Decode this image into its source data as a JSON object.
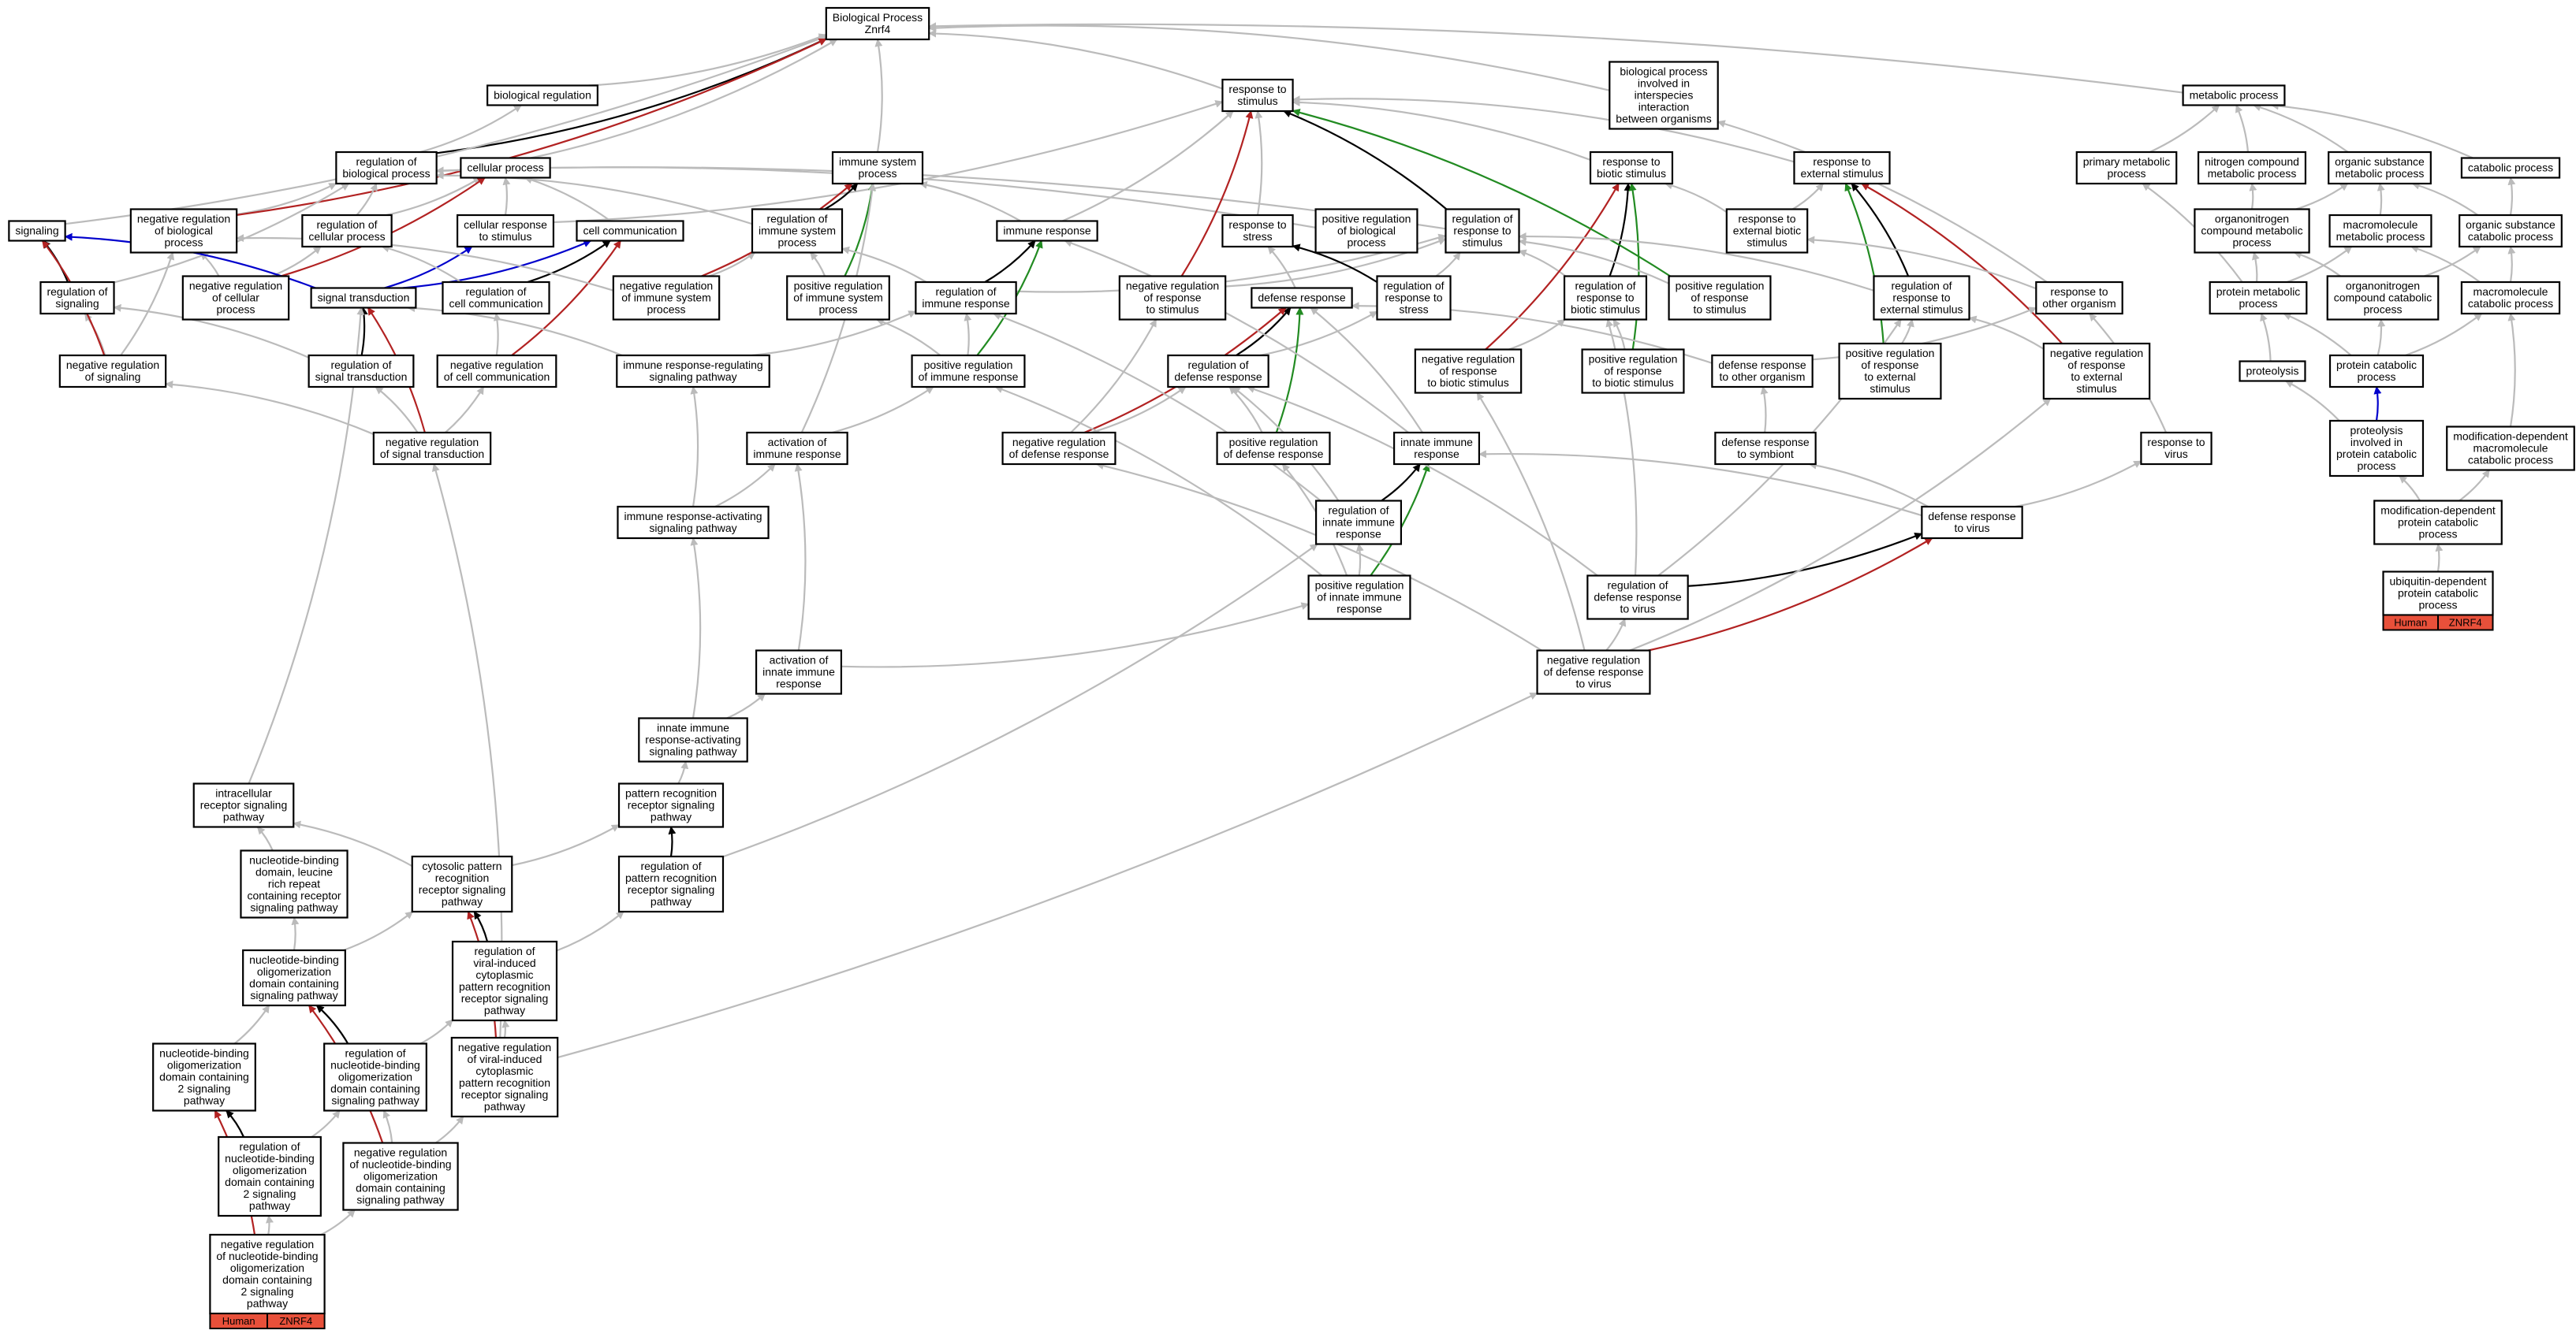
{
  "colors": {
    "regulates": "#bbbbbb",
    "positive": "#228b22",
    "negative": "#b22222",
    "part_of": "#000000",
    "is_a_special": "#0000cc",
    "tag": "#e8503a"
  },
  "nodes": {
    "bp": "Biological Process\nZnrf4",
    "biological_regulation": "biological regulation",
    "regulation_of_biological_process": "regulation of\nbiological process",
    "cellular_process": "cellular process",
    "signaling": "signaling",
    "negative_regulation_of_biological_process": "negative regulation\nof biological\nprocess",
    "regulation_of_cellular_process": "regulation of\ncellular process",
    "cellular_response_to_stimulus": "cellular response\nto stimulus",
    "cell_communication": "cell communication",
    "regulation_of_signaling": "regulation of\nsignaling",
    "negative_regulation_of_cellular_process": "negative regulation\nof cellular\nprocess",
    "signal_transduction": "signal transduction",
    "regulation_of_cell_communication": "regulation of\ncell communication",
    "negative_regulation_of_signaling": "negative regulation\nof signaling",
    "regulation_of_signal_transduction": "regulation of\nsignal transduction",
    "negative_regulation_of_cell_communication": "negative regulation\nof cell communication",
    "negative_regulation_of_signal_transduction": "negative regulation\nof signal transduction",
    "immune_system_process": "immune system\nprocess",
    "regulation_of_immune_system_process": "regulation of\nimmune system\nprocess",
    "negative_regulation_of_immune_system_process": "negative regulation\nof immune system\nprocess",
    "positive_regulation_of_immune_system_process": "positive regulation\nof immune system\nprocess",
    "immune_response_regulating_signaling_pathway": "immune response-regulating\nsignaling pathway",
    "immune_response_activating_signaling_pathway": "immune response-activating\nsignaling pathway",
    "activation_of_immune_response": "activation of\nimmune response",
    "activation_of_innate_immune_response": "activation of\ninnate immune\nresponse",
    "innate_immune_response_activating_signaling_pathway": "innate immune\nresponse-activating\nsignaling pathway",
    "pattern_recognition_receptor_signaling_pathway": "pattern recognition\nreceptor signaling\npathway",
    "regulation_of_pattern_recognition_receptor_signaling_pathway": "regulation of\npattern recognition\nreceptor signaling\npathway",
    "cytosolic_pattern_recognition_receptor_signaling_pathway": "cytosolic pattern\nrecognition\nreceptor signaling\npathway",
    "regulation_of_viral_induced_cytoplasmic_prr": "regulation of\nviral-induced\ncytoplasmic\npattern recognition\nreceptor signaling\npathway",
    "negative_regulation_of_viral_induced_cytoplasmic_prr": "negative regulation\nof viral-induced\ncytoplasmic\npattern recognition\nreceptor signaling\npathway",
    "intracellular_receptor_signaling_pathway": "intracellular\nreceptor signaling\npathway",
    "nlr_signaling_pathway": "nucleotide-binding\ndomain, leucine\nrich repeat\ncontaining receptor\nsignaling pathway",
    "nod_signaling_pathway": "nucleotide-binding\noligomerization\ndomain containing\nsignaling pathway",
    "nod2_signaling_pathway": "nucleotide-binding\noligomerization\ndomain containing\n2 signaling\npathway",
    "regulation_of_nod_signaling_pathway": "regulation of\nnucleotide-binding\noligomerization\ndomain containing\nsignaling pathway",
    "negative_regulation_of_nod_signaling_pathway": "negative regulation\nof nucleotide-binding\noligomerization\ndomain containing\nsignaling pathway",
    "regulation_of_nod2_signaling_pathway": "regulation of\nnucleotide-binding\noligomerization\ndomain containing\n2 signaling\npathway",
    "negative_regulation_of_nod2_signaling_pathway": "negative regulation\nof nucleotide-binding\noligomerization\ndomain containing\n2 signaling\npathway",
    "response_to_stimulus": "response to\nstimulus",
    "immune_response": "immune response",
    "regulation_of_immune_response": "regulation of\nimmune response",
    "positive_regulation_of_immune_response": "positive regulation\nof immune response",
    "response_to_stress": "response to\nstress",
    "positive_regulation_of_biological_process": "positive regulation\nof biological\nprocess",
    "regulation_of_response_to_stimulus": "regulation of\nresponse to\nstimulus",
    "negative_regulation_of_response_to_stimulus": "negative regulation\nof response\nto stimulus",
    "defense_response": "defense response",
    "regulation_of_response_to_stress": "regulation of\nresponse to\nstress",
    "regulation_of_defense_response": "regulation of\ndefense response",
    "negative_regulation_of_defense_response": "negative regulation\nof defense response",
    "positive_regulation_of_defense_response": "positive regulation\nof defense response",
    "innate_immune_response": "innate immune\nresponse",
    "regulation_of_innate_immune_response": "regulation of\ninnate immune\nresponse",
    "positive_regulation_of_innate_immune_response": "positive regulation\nof innate immune\nresponse",
    "biological_process_involved_in_interspecies": "biological process\ninvolved in\ninterspecies\ninteraction\nbetween organisms",
    "response_to_biotic_stimulus": "response to\nbiotic stimulus",
    "regulation_of_response_to_biotic_stimulus": "regulation of\nresponse to\nbiotic stimulus",
    "negative_regulation_of_response_to_biotic_stimulus": "negative regulation\nof response\nto biotic stimulus",
    "positive_regulation_of_response_to_biotic_stimulus": "positive regulation\nof response\nto biotic stimulus",
    "positive_regulation_of_response_to_stimulus": "positive regulation\nof response\nto stimulus",
    "response_to_external_stimulus": "response to\nexternal stimulus",
    "response_to_external_biotic_stimulus": "response to\nexternal biotic\nstimulus",
    "regulation_of_response_to_external_stimulus": "regulation of\nresponse to\nexternal stimulus",
    "positive_regulation_of_response_to_external_stimulus": "positive regulation\nof response\nto external\nstimulus",
    "negative_regulation_of_response_to_external_stimulus": "negative regulation\nof response\nto external\nstimulus",
    "defense_response_to_other_organism": "defense response\nto other organism",
    "defense_response_to_symbiont": "defense response\nto symbiont",
    "response_to_other_organism": "response to\nother organism",
    "response_to_virus": "response to\nvirus",
    "defense_response_to_virus": "defense response\nto virus",
    "regulation_of_defense_response_to_virus": "regulation of\ndefense response\nto virus",
    "negative_regulation_of_defense_response_to_virus": "negative regulation\nof defense response\nto virus",
    "metabolic_process": "metabolic process",
    "primary_metabolic_process": "primary metabolic\nprocess",
    "nitrogen_compound_metabolic_process": "nitrogen compound\nmetabolic process",
    "organic_substance_metabolic_process": "organic substance\nmetabolic process",
    "catabolic_process": "catabolic process",
    "organonitrogen_compound_metabolic_process": "organonitrogen\ncompound metabolic\nprocess",
    "macromolecule_metabolic_process": "macromolecule\nmetabolic process",
    "organic_substance_catabolic_process": "organic substance\ncatabolic process",
    "protein_metabolic_process": "protein metabolic\nprocess",
    "organonitrogen_compound_catabolic_process": "organonitrogen\ncompound catabolic\nprocess",
    "macromolecule_catabolic_process": "macromolecule\ncatabolic process",
    "proteolysis": "proteolysis",
    "protein_catabolic_process": "protein catabolic\nprocess",
    "proteolysis_involved_in_protein_catabolic_process": "proteolysis\ninvolved in\nprotein catabolic\nprocess",
    "modification_dependent_macromolecule_catabolic_process": "modification-dependent\nmacromolecule\ncatabolic process",
    "modification_dependent_protein_catabolic_process": "modification-dependent\nprotein catabolic\nprocess",
    "ubiquitin_dependent_protein_catabolic_process": "ubiquitin-dependent\nprotein catabolic\nprocess"
  },
  "annotations": [
    {
      "node": "ubiquitin_dependent_protein_catabolic_process",
      "organism": "Human",
      "gene": "ZNRF4"
    },
    {
      "node": "negative_regulation_of_nod2_signaling_pathway",
      "organism": "Human",
      "gene": "ZNRF4"
    }
  ]
}
